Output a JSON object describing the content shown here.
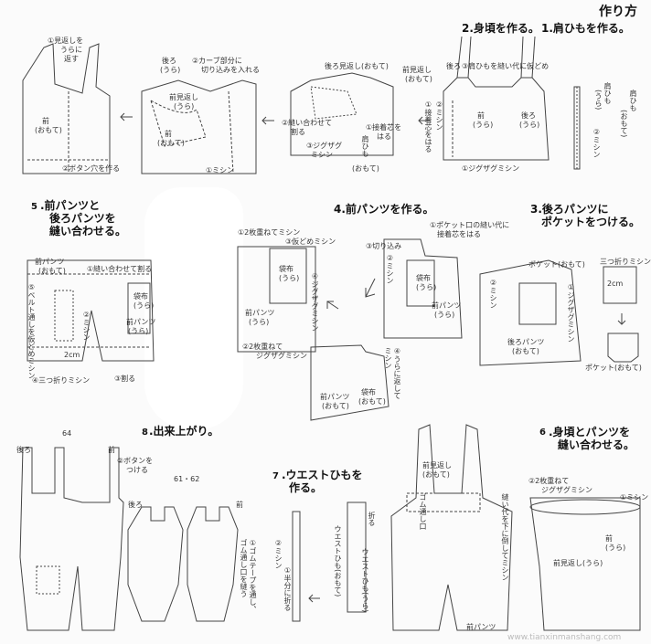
{
  "page_title": "作り方",
  "steps": {
    "s1": "1.肩ひもを作る。",
    "s2": "2.身頃を作る。",
    "s3a": "3.後ろパンツに",
    "s3b": "ポケットをつける。",
    "s4": "4.前パンツを作る。",
    "s5num": "5",
    "s5a": ".前パンツと",
    "s5b": "後ろパンツを",
    "s5c": "縫い合わせる。",
    "s6num": "6",
    "s6a": ".身頃とパンツを",
    "s6b": "縫い合わせる。",
    "s7num": "7",
    "s7a": ".ウエストひもを",
    "s7b": "作る。",
    "s8num": "8",
    "s8a": ".出来上がり。"
  },
  "labels": {
    "b1": "①見返しを",
    "b1b": "うらに",
    "b1c": "返す",
    "front_omote": "前",
    "front_omote2": "(おもて)",
    "buttonhole": "②ボタン穴を作る",
    "ushiro": "後ろ",
    "ura": "(うら)",
    "curve1": "②カーブ部分に",
    "curve2": "切り込みを入れる",
    "mae_mikaeshi": "前見返し",
    "mae_mikaeshi_ura": "(うら)",
    "mae": "前",
    "mae_omote": "(おもて)",
    "misin1": "①ミシン",
    "ushiro_mikaeshi": "後ろ見返し(おもて)",
    "mae_mikaeshi2": "前見返し",
    "omote": "(おもて)",
    "nuiawase1": "②縫い合わせて",
    "nuiawase2": "割る",
    "zigzag1": "③ジグザグ",
    "zigzag2": "ミシン",
    "sekkyoshin": "①接着芯を",
    "sekkyoshin2": "はる",
    "katahimo_v": "肩ひも",
    "katahimo_omote": "(おもて)",
    "ushiro_ura": "後ろ",
    "katahimo_sewing": "③肩ひもを縫い代に仮どめ",
    "mae_ura": "前",
    "ura2": "(うら)",
    "ushiro_ura2": "後ろ",
    "ura3": "(うら)",
    "zigzag_misin": "①ジグザグミシン",
    "misin_v": "②ミシン",
    "sekkyoshin_v": "①接着芯をはる",
    "katahimo_r": "肩ひも",
    "katahimo_r_ura": "(うら)",
    "misin_r": "②ミシン",
    "katahimo_r2": "肩ひも",
    "katahimo_r2_omote": "(おもて)",
    "mae_pants": "前パンツ",
    "mae_pants_omote": "(おもて)",
    "nuiawase_wari": "①縫い合わせて割る",
    "belt_v": "⑤ベルト通しを仮どめミシン",
    "misin_5": "②ミシン",
    "fukuro_5": "袋布",
    "fukuro_5u": "(うら)",
    "mae_pants_5": "前パンツ",
    "mae_pants_5u": "(うら)",
    "cm2": "2cm",
    "mitsuori": "④三つ折りミシン",
    "waru": "③割る",
    "nimai1": "①2枚重ねてミシン",
    "karidome": "③仮どめミシン",
    "fukuro4": "袋布",
    "fukuro4u": "(うら)",
    "zigzag4": "④ジグザグミシン",
    "mae_pants4": "前パンツ",
    "mae_pants4u": "(うら)",
    "nimai2": "②2枚重ねて",
    "zigzag4b": "ジグザグミシン",
    "kirikomi": "③切り込み",
    "pocket_nui": "①ポケット口の縫い代に",
    "pocket_nui2": "接着芯をはる",
    "misin4": "②ミシン",
    "fukuro4b": "袋布",
    "fukuro4bu": "(うら)",
    "mae_pants4b": "前パンツ",
    "mae_pants4bu": "(うら)",
    "urani": "④うらに返して",
    "misin4c": "ミシン",
    "fukuro4c": "袋布",
    "fukuro4c_omote": "(おもて)",
    "mae_pants4c": "前パンツ",
    "mae_pants4c_omote": "(おもて)",
    "pocket_omote": "ポケット(おもて)",
    "misin3": "②ミシン",
    "zigzag3": "①ジグザグミシン",
    "ushiro_pants": "後ろパンツ",
    "ushiro_pants_omote": "(おもて)",
    "mitsuori3": "三つ折りミシン",
    "cm2b": "2cm",
    "pocket_omote2": "ポケット(おもて)",
    "mae_mikaeshi6": "前見返し",
    "mae_mikaeshi6_omote": "(おもて)",
    "gomu": "ゴム通し口",
    "nuishiro": "縫い代を下に倒してミシン",
    "mae_pants6": "前パンツ",
    "nimai6": "②2枚重ねて",
    "zigzag6": "ジグザグミシン",
    "misin6": "①ミシン",
    "mae6": "前",
    "mae6u": "(うら)",
    "mae_mikaeshi6b": "前見返し(うら)",
    "waist_omote": "ウエストひも(おもて)",
    "ori": "折る",
    "waist_ura": "ウエストひも(うら)",
    "misin7": "②ミシン",
    "hanbun": "①半分に折る",
    "size64": "64",
    "ushiro8": "後ろ",
    "mae8": "前",
    "botan": "②ボタンを",
    "botan2": "つける",
    "size6162": "61・62",
    "ushiro8b": "後ろ",
    "mae8b": "前",
    "gomu_tape1": "①ゴムテープを通し、",
    "gomu_tape2": "ゴム通し口を縫う"
  },
  "watermark": "www.tianxinmanshang.com"
}
